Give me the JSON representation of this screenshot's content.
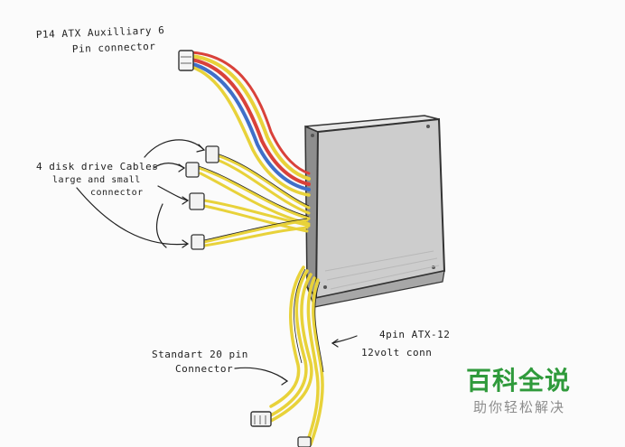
{
  "labels": {
    "p14_line1": "P14 ATX Auxilliary 6",
    "p14_line2": "Pin connector",
    "disk_line1": "4 disk drive Cables",
    "disk_line2": "large and small",
    "disk_line3": "connector",
    "atx12_line1": "4pin ATX-12",
    "atx12_line2": "12volt conn",
    "std_line1": "Standart 20 pin",
    "std_line2": "Connector"
  },
  "watermark": {
    "title": "百科全说",
    "subtitle": "助你轻松解决"
  },
  "colors": {
    "wire_yellow": "#e8d23a",
    "wire_red": "#d9413a",
    "wire_blue": "#3f6fc9",
    "box_face": "#cfcfcf",
    "box_top": "#e6e6e6",
    "box_side": "#9a9a9a",
    "watermark_green": "#2f9a3b"
  }
}
